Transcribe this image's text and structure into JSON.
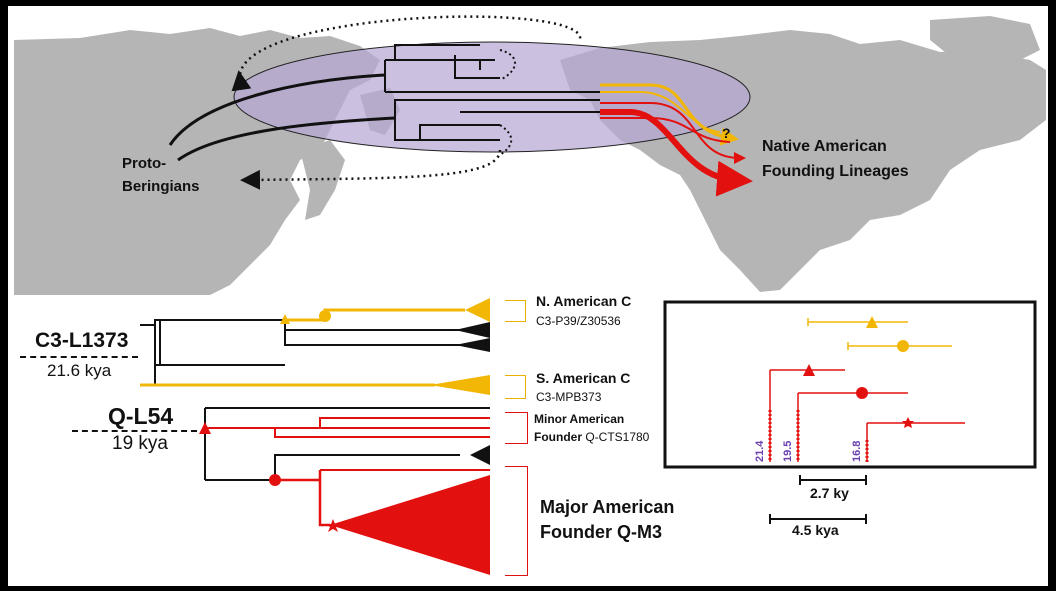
{
  "map": {
    "proto_beringians_line1": "Proto-",
    "proto_beringians_line2": "Beringians",
    "native_line1": "Native American",
    "native_line2": "Founding Lineages",
    "question_mark": "?"
  },
  "tree": {
    "c3_label": "C3-L1373",
    "c3_age": "21.6 kya",
    "q_label": "Q-L54",
    "q_age": "19 kya"
  },
  "clades": {
    "n_american_title": "N. American C",
    "n_american_sub": "C3-P39/Z30536",
    "s_american_title": "S. American C",
    "s_american_sub": "C3-MPB373",
    "minor_line1": "Minor American",
    "minor_line2_prefix": "Founder ",
    "minor_line2_code": "Q-CTS1780",
    "major_line1": "Major American",
    "major_line2": "Founder Q-M3"
  },
  "inset": {
    "marker_labels": [
      "21.4",
      "19.5",
      "16.8"
    ],
    "scale_label": "2.7 ky",
    "scale_label2": "4.5 kya"
  },
  "colors": {
    "yellow": "#f2b705",
    "red": "#e31010",
    "map": "#b5b5b5",
    "ellipse": "#b9a7d6",
    "purple_text": "#6a3fb0"
  },
  "icons": {
    "triangle": "triangle-node-icon",
    "circle": "circle-node-icon",
    "star": "star-node-icon"
  }
}
